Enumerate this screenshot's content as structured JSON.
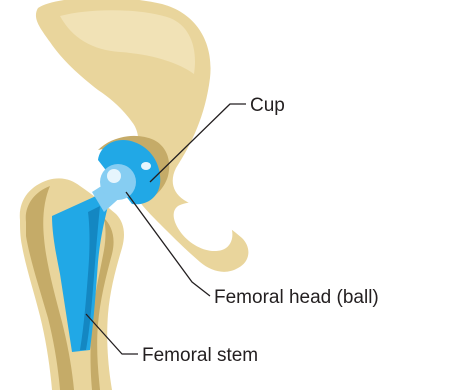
{
  "colors": {
    "bone": "#e9d59c",
    "bone_shadow": "#c5ab68",
    "bone_deep": "#b0954f",
    "implant": "#21a8e6",
    "implant_light": "#86cdf2",
    "implant_dark": "#1487c2",
    "line": "#231f20"
  },
  "labels": {
    "cup": "Cup",
    "femoral_head": "Femoral head (ball)",
    "femoral_stem": "Femoral stem"
  },
  "icons": {
    "pelvis": "pelvis-bone-icon",
    "femur": "femur-bone-icon",
    "cup": "acetabular-cup-icon",
    "head": "femoral-head-ball-icon",
    "stem": "femoral-stem-icon"
  }
}
